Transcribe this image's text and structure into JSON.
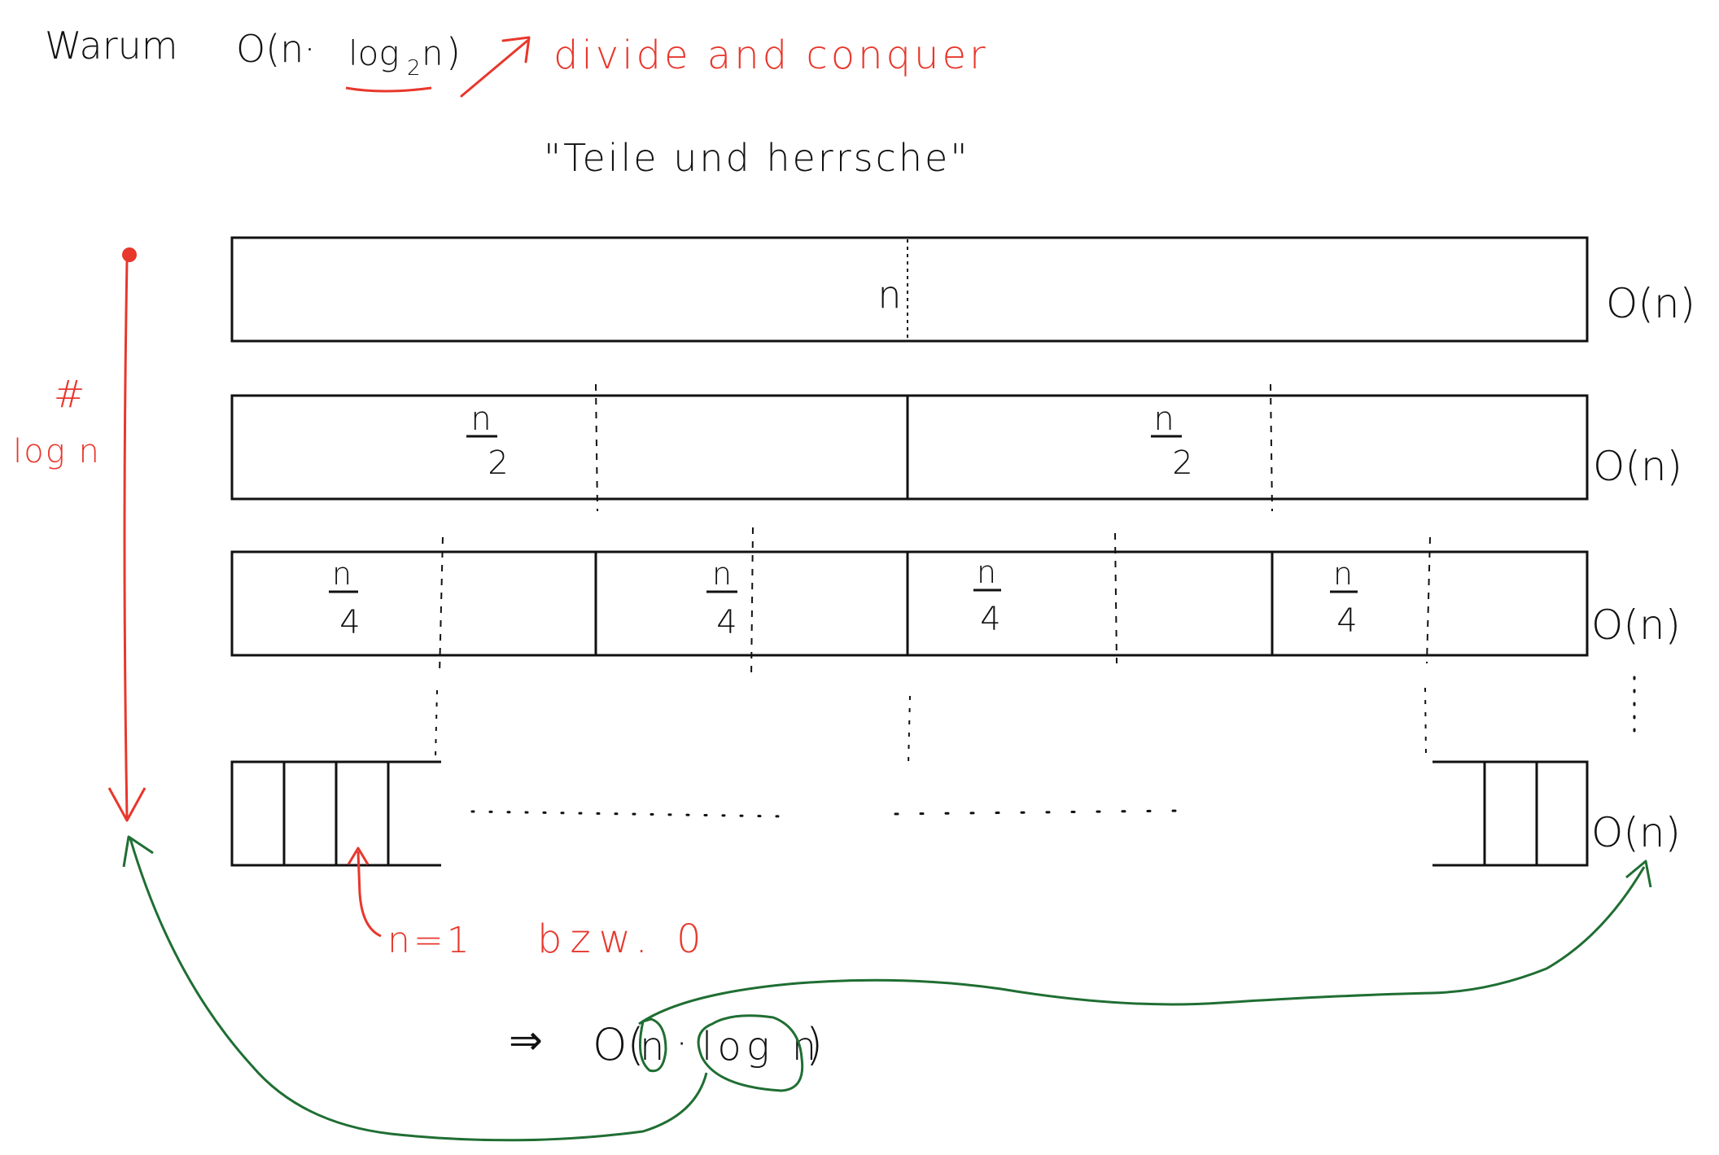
{
  "header": {
    "word": "Warum",
    "complexity_open": "O(n·",
    "complexity_log": "log",
    "complexity_base": "2",
    "complexity_n": "n",
    "complexity_close": ")",
    "technique": "divide and conquer",
    "translation": "\"Teile und herrsche\""
  },
  "depth": {
    "hash": "#",
    "label": "log n"
  },
  "levels": [
    {
      "segments": [
        {
          "label": "n"
        }
      ],
      "cost": "O(n)"
    },
    {
      "segments": [
        {
          "num": "n",
          "den": "2"
        },
        {
          "num": "n",
          "den": "2"
        }
      ],
      "cost": "O(n)"
    },
    {
      "segments": [
        {
          "num": "n",
          "den": "4"
        },
        {
          "num": "n",
          "den": "4"
        },
        {
          "num": "n",
          "den": "4"
        },
        {
          "num": "n",
          "den": "4"
        }
      ],
      "cost": "O(n)"
    },
    {
      "segments": [],
      "cost": "O(n)"
    }
  ],
  "base_case": {
    "text": "n=1",
    "alt": "bzw. 0"
  },
  "result": {
    "arrow": "⇒",
    "prefix": "O(",
    "n": "n",
    "dot": "·",
    "logn": "log n",
    "suffix": ")"
  },
  "colors": {
    "ink": "#111111",
    "red": "#e8372c",
    "green": "#1f6e33"
  }
}
